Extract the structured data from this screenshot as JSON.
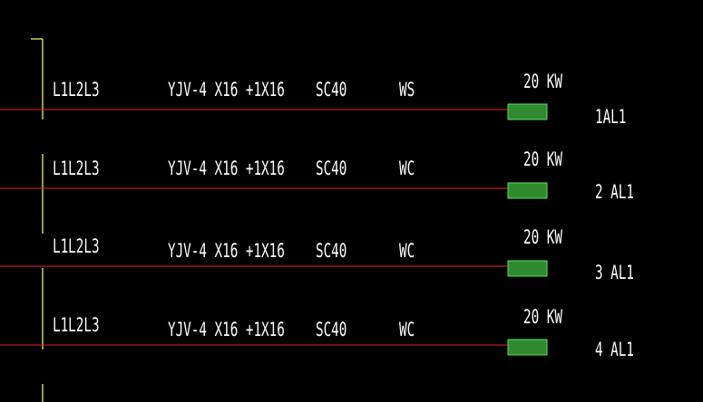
{
  "colors": {
    "background": "#000000",
    "text": "#ffffff",
    "feeder_line": "#e8202a",
    "bus_line": "#ffff7a",
    "breaker_fill": "#2f8a2f",
    "breaker_stroke": "#5be05b"
  },
  "feeders": [
    {
      "phases": "L1L2L3",
      "cable": "YJV-4 X16 +1X16",
      "conduit": "SC40",
      "laying": "WS",
      "power": "20 KW",
      "panel": "1AL1"
    },
    {
      "phases": "L1L2L3",
      "cable": "YJV-4 X16 +1X16",
      "conduit": "SC40",
      "laying": "WC",
      "power": "20 KW",
      "panel": "2 AL1"
    },
    {
      "phases": "L1L2L3",
      "cable": "YJV-4 X16 +1X16",
      "conduit": "SC40",
      "laying": "WC",
      "power": "20 KW",
      "panel": "3 AL1"
    },
    {
      "phases": "L1L2L3",
      "cable": "YJV-4 X16 +1X16",
      "conduit": "SC40",
      "laying": "WC",
      "power": "20 KW",
      "panel": "4 AL1"
    }
  ]
}
